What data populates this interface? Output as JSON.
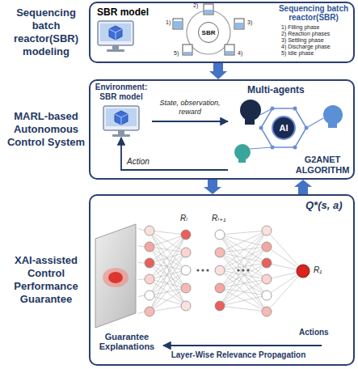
{
  "diagram": {
    "nodes": [
      {
        "text": [
          "Sequencing batch reactor(SBR) modeling"
        ]
      },
      {
        "text": [
          "SBR"
        ],
        "in": 0
      },
      {
        "text": [
          "MARL-based Autonomous Control System"
        ]
      },
      {
        "text": [
          "Environment: SBR model"
        ],
        "in": 2
      },
      {
        "text": [
          "Multi-agents",
          "G2ANET ALGORITHM"
        ],
        "in": 2
      },
      {
        "text": [
          "AI"
        ],
        "in": 4
      },
      {
        "text": [
          "XAI-assisted Control Performance Guarantee"
        ]
      }
    ],
    "edges": [
      {
        "from": 0,
        "to": 2,
        "arrow": "to"
      },
      {
        "from": 2,
        "to": 6,
        "arrow": "to"
      },
      {
        "from": 6,
        "to": 2,
        "arrow": "to"
      },
      {
        "from": 3,
        "to": 4,
        "label": "State, observation, reward",
        "arrow": "to"
      },
      {
        "from": 4,
        "to": 3,
        "label": "Action",
        "arrow": "to"
      }
    ],
    "labels": [
      "SBR model",
      "Sequencing batch reactor(SBR)",
      "1) Filling phase",
      "2) Reaction phases",
      "3) Settling phase",
      "4) Discharge phase",
      "5) Idle phase",
      "2)",
      "3)",
      "4)",
      "5)",
      "1)",
      "Q*(s, a)",
      "Rₗ",
      "Rₗ₊₁",
      "R₁",
      "Guarantee Explanations",
      "Layer-Wise Relevance Propagation",
      "Actions"
    ]
  }
}
